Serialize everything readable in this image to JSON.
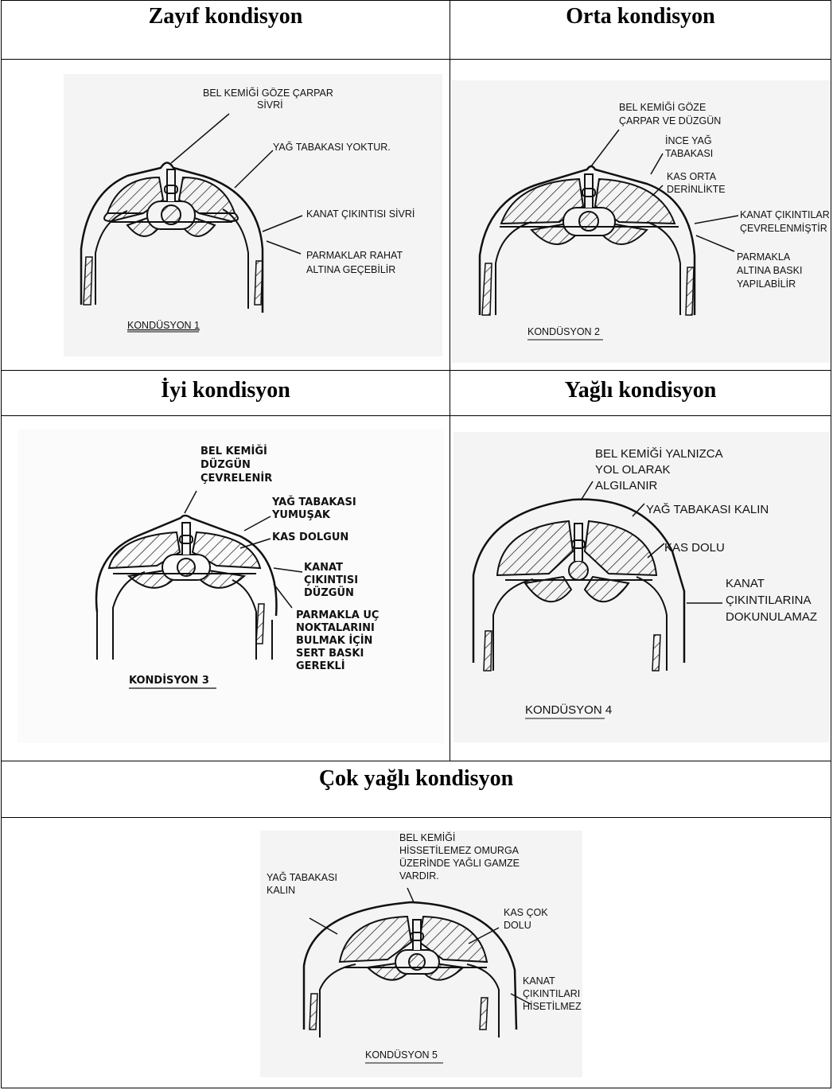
{
  "cells": [
    {
      "title": "Zayıf kondisyon",
      "caption": "KONDÜSYON 1",
      "labels": [
        "BEL KEMİĞİ GÖZE ÇARPAR",
        "SİVRİ",
        "YAĞ TABAKASI YOKTUR.",
        "KANAT ÇIKINTISI SİVRİ",
        "PARMAKLAR RAHAT",
        "ALTINA GEÇEBİLİR"
      ]
    },
    {
      "title": "Orta kondisyon",
      "caption": "KONDÜSYON 2",
      "labels": [
        "BEL KEMİĞİ GÖZE",
        "ÇARPAR VE DÜZGÜN",
        "İNCE YAĞ",
        "TABAKASI",
        "KAS ORTA",
        "DERİNLİKTE",
        "KANAT ÇIKINTILAR",
        "ÇEVRELENMİŞTİR",
        "PARMAKLA",
        "ALTINA BASKI",
        "YAPILABİLİR"
      ]
    },
    {
      "title": "İyi kondisyon",
      "caption": "KONDİSYON 3",
      "labels": [
        "BEL KEMİĞİ",
        "DÜZGÜN",
        "ÇEVRELENİR",
        "YAĞ  TABAKASI",
        "YUMUŞAK",
        "KAS DOLGUN",
        "KANAT",
        "ÇIKINTISI",
        "DÜZGÜN",
        "PARMAKLA UÇ",
        "NOKTALARINI",
        "BULMAK İÇİN",
        "SERT BASKI",
        "GEREKLİ"
      ]
    },
    {
      "title": "Yağlı kondisyon",
      "caption": "KONDÜSYON 4",
      "labels": [
        "BEL KEMİĞİ YALNIZCA",
        "YOL OLARAK",
        "ALGILANIR",
        "YAĞ TABAKASI KALIN",
        "KAS DOLU",
        "KANAT",
        "ÇIKINTILARINA",
        "DOKUNULAMAZ"
      ]
    },
    {
      "title": "Çok yağlı kondisyon",
      "caption": "KONDÜSYON 5",
      "labels": [
        "BEL KEMİĞİ",
        "HİSSETİLEMEZ OMURGA",
        "ÜZERİNDE YAĞLI GAMZE",
        "VARDIR.",
        "YAĞ TABAKASI",
        "KALIN",
        "KAS ÇOK",
        "DOLU",
        "KANAT",
        "ÇIKINTILARI",
        "HİSETİLMEZ"
      ]
    }
  ]
}
